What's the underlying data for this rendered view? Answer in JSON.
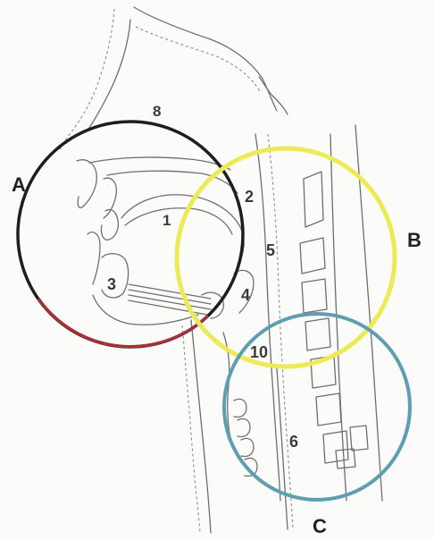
{
  "colors": {
    "circle_a": "#1e1e1e",
    "circle_a_lower": "#a3303a",
    "circle_b": "#ecea55",
    "circle_c": "#5d9fb0",
    "sketch": "#6e6e6e"
  },
  "region_labels": {
    "a": "A",
    "b": "B",
    "c": "C"
  },
  "structure_numbers": {
    "n1": "1",
    "n2": "2",
    "n3": "3",
    "n4": "4",
    "n5": "5",
    "n6": "6",
    "n8": "8",
    "n10": "10"
  }
}
